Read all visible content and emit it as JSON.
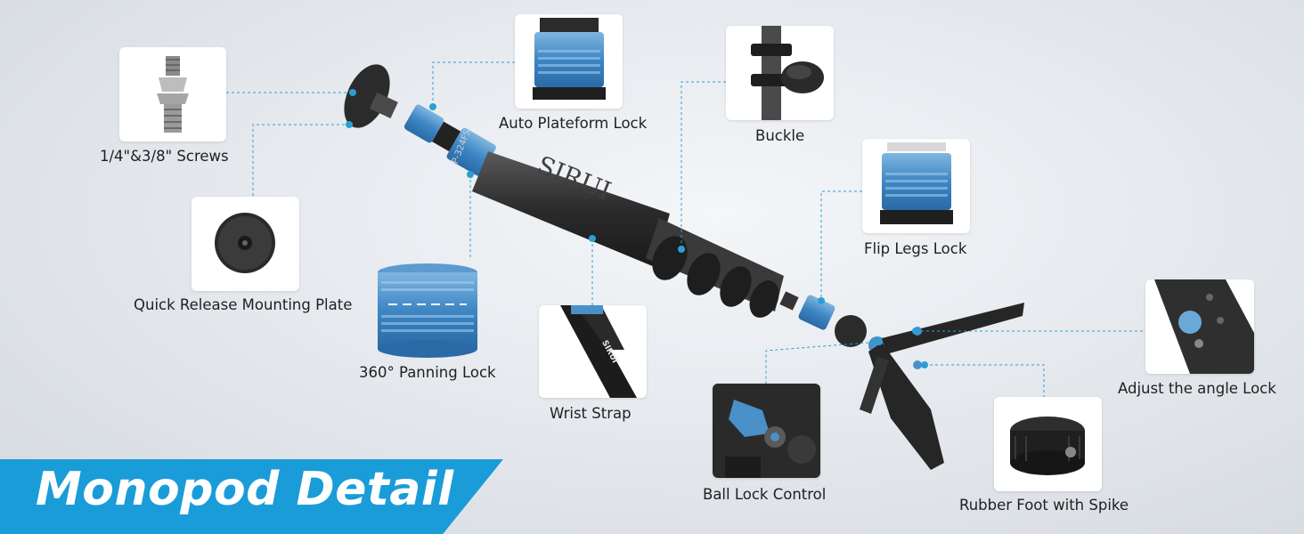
{
  "banner": {
    "title": "Monopod Detail"
  },
  "product": {
    "brand_text": "SIRUI",
    "model_text": "P-324FS"
  },
  "callouts": {
    "screws": {
      "label": "1/4\"&3/8\" Screws"
    },
    "auto_platform_lock": {
      "label": "Auto Plateform Lock"
    },
    "buckle": {
      "label": "Buckle"
    },
    "flip_legs_lock": {
      "label": "Flip Legs Lock"
    },
    "quick_release_plate": {
      "label": "Quick Release Mounting Plate"
    },
    "panning_lock": {
      "label": "360° Panning Lock"
    },
    "wrist_strap": {
      "label": "Wrist Strap",
      "strap_text": "SIRUI"
    },
    "adjust_angle_lock": {
      "label": "Adjust the angle Lock"
    },
    "ball_lock_control": {
      "label": "Ball Lock Control"
    },
    "rubber_foot": {
      "label": "Rubber Foot with Spike"
    }
  },
  "colors": {
    "accent_blue": "#1a9cd8",
    "metal_blue": "#4a90c8",
    "leader_blue": "#2a9fd6"
  }
}
